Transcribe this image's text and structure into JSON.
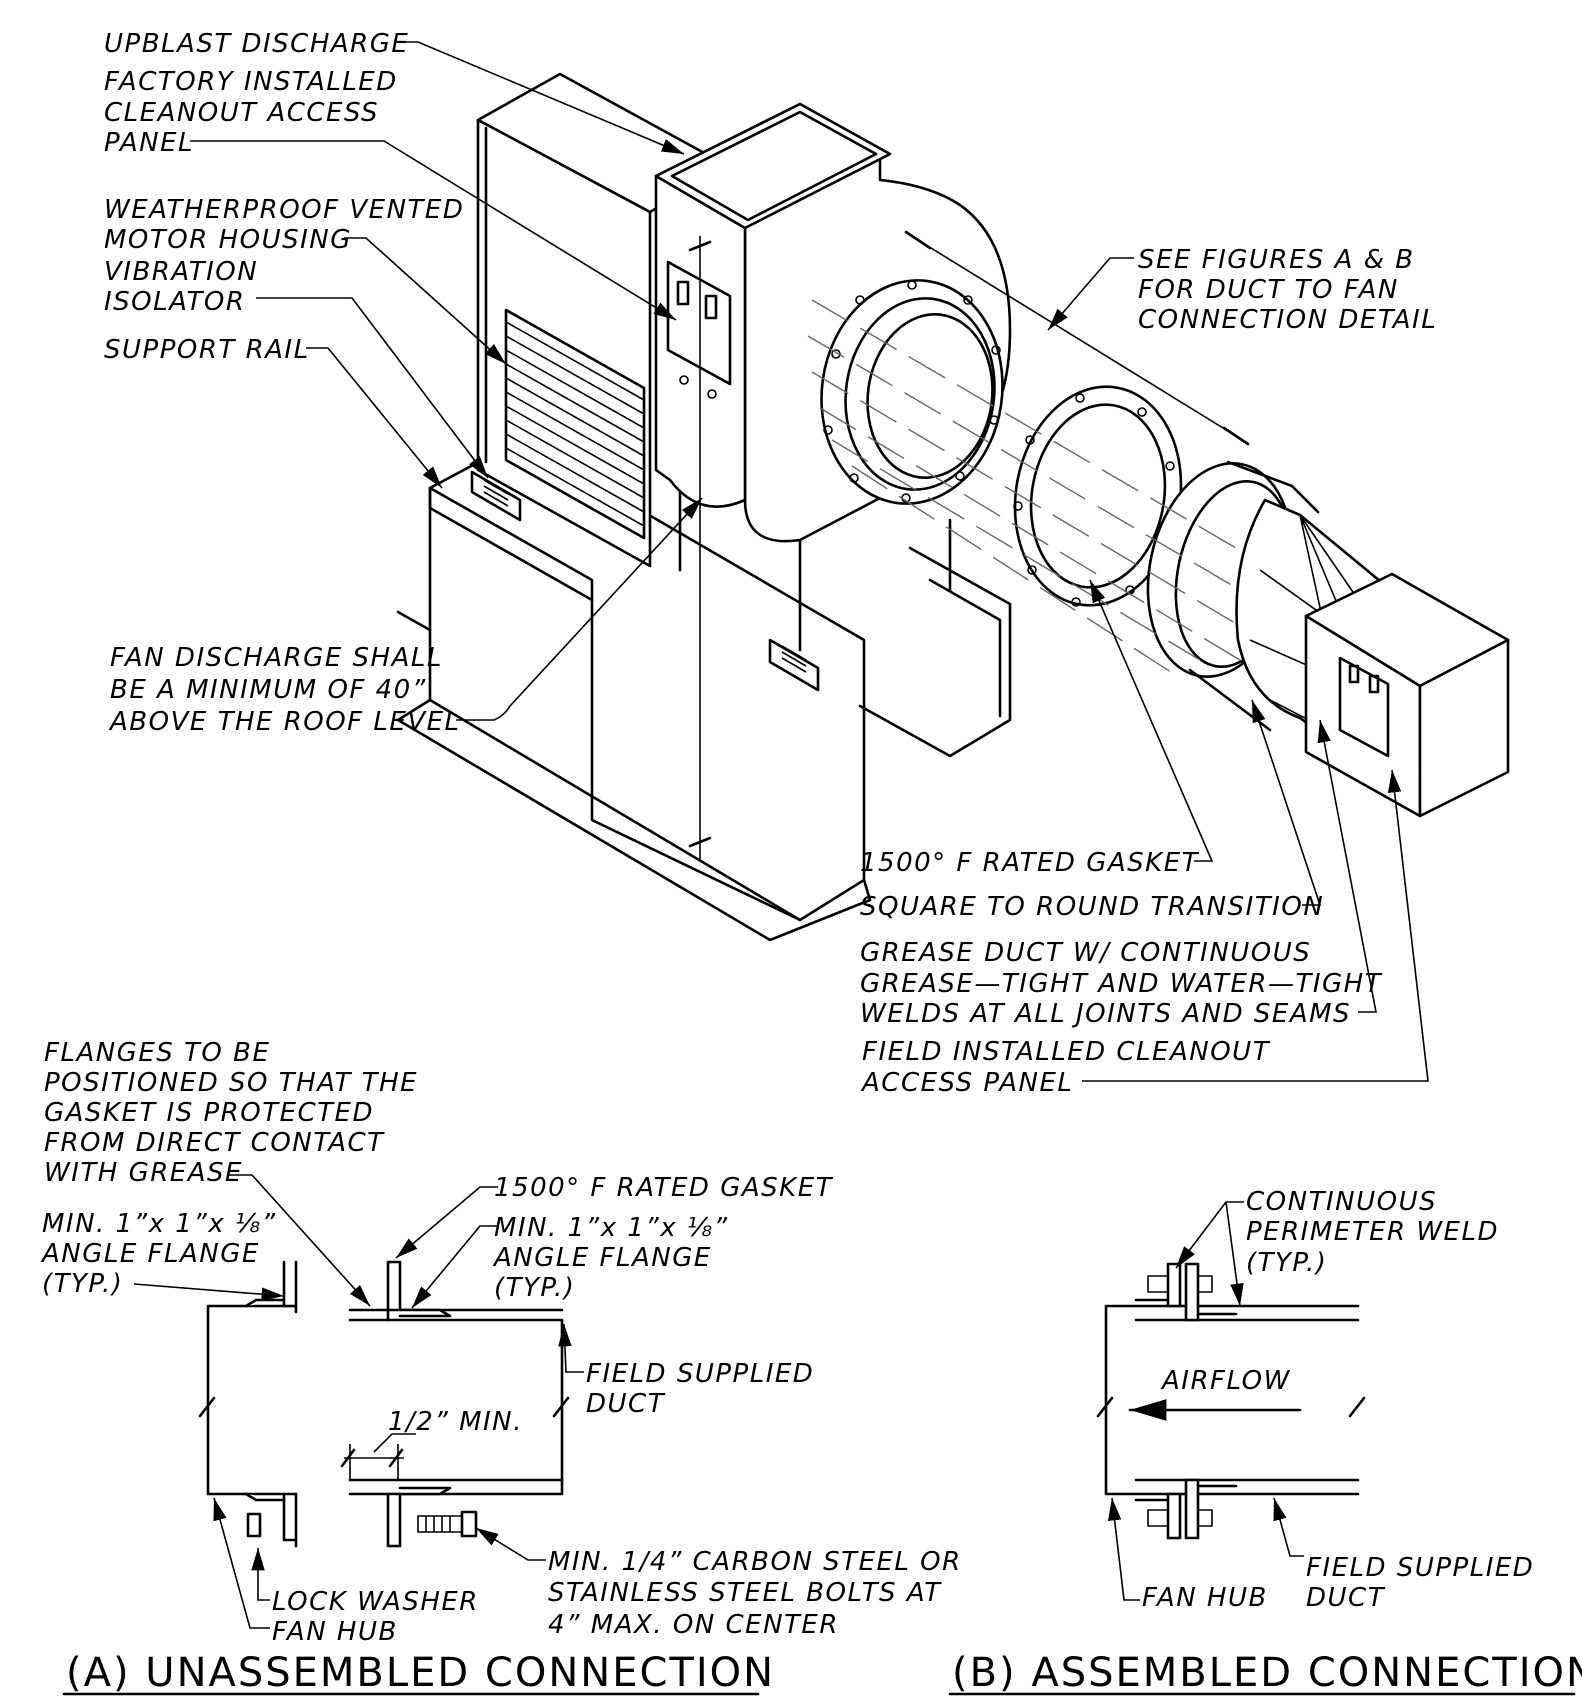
{
  "main_labels": {
    "upblast": "UPBLAST DISCHARGE",
    "factory_1": "FACTORY INSTALLED",
    "factory_2": "CLEANOUT ACCESS",
    "factory_3": "PANEL",
    "weather_1": "WEATHERPROOF VENTED",
    "weather_2": "MOTOR HOUSING",
    "vib_1": "VIBRATION",
    "vib_2": "ISOLATOR",
    "rail": "SUPPORT RAIL",
    "see_1": "SEE FIGURES A & B",
    "see_2": "FOR DUCT TO FAN",
    "see_3": "CONNECTION DETAIL",
    "fan_dis_1": "FAN DISCHARGE SHALL",
    "fan_dis_2": "BE A MINIMUM OF 40”",
    "fan_dis_3": "ABOVE THE ROOF LEVEL",
    "gasket": "1500° F RATED GASKET",
    "transition": "SQUARE TO ROUND TRANSITION",
    "grease_1": "GREASE DUCT W/ CONTINUOUS",
    "grease_2": "GREASE—TIGHT AND WATER—TIGHT",
    "grease_3": "WELDS AT ALL JOINTS AND SEAMS",
    "field_1": "FIELD INSTALLED CLEANOUT",
    "field_2": "ACCESS PANEL"
  },
  "detail_a": {
    "flanges_1": "FLANGES TO BE",
    "flanges_2": "POSITIONED SO THAT THE",
    "flanges_3": "GASKET IS PROTECTED",
    "flanges_4": "FROM DIRECT CONTACT",
    "flanges_5": "WITH GREASE",
    "gasket": "1500° F RATED GASKET",
    "angle_left_1": "MIN. 1”x 1”x ⅛”",
    "angle_left_2": "ANGLE FLANGE",
    "angle_left_3": "(TYP.)",
    "angle_right_1": "MIN. 1”x 1”x ⅛”",
    "angle_right_2": "ANGLE FLANGE",
    "angle_right_3": "(TYP.)",
    "field_duct_1": "FIELD SUPPLIED",
    "field_duct_2": "DUCT",
    "half_min": "1/2” MIN.",
    "bolts_1": "MIN. 1/4” CARBON STEEL OR",
    "bolts_2": "STAINLESS STEEL BOLTS AT",
    "bolts_3": "4” MAX. ON CENTER",
    "lock_washer": "LOCK WASHER",
    "fan_hub": "FAN HUB",
    "caption": "(A) UNASSEMBLED CONNECTION"
  },
  "detail_b": {
    "weld_1": "CONTINUOUS",
    "weld_2": "PERIMETER WELD",
    "weld_3": "(TYP.)",
    "airflow": "AIRFLOW",
    "fan_hub": "FAN HUB",
    "field_duct_1": "FIELD SUPPLIED",
    "field_duct_2": "DUCT",
    "caption": "(B) ASSEMBLED CONNECTION"
  }
}
